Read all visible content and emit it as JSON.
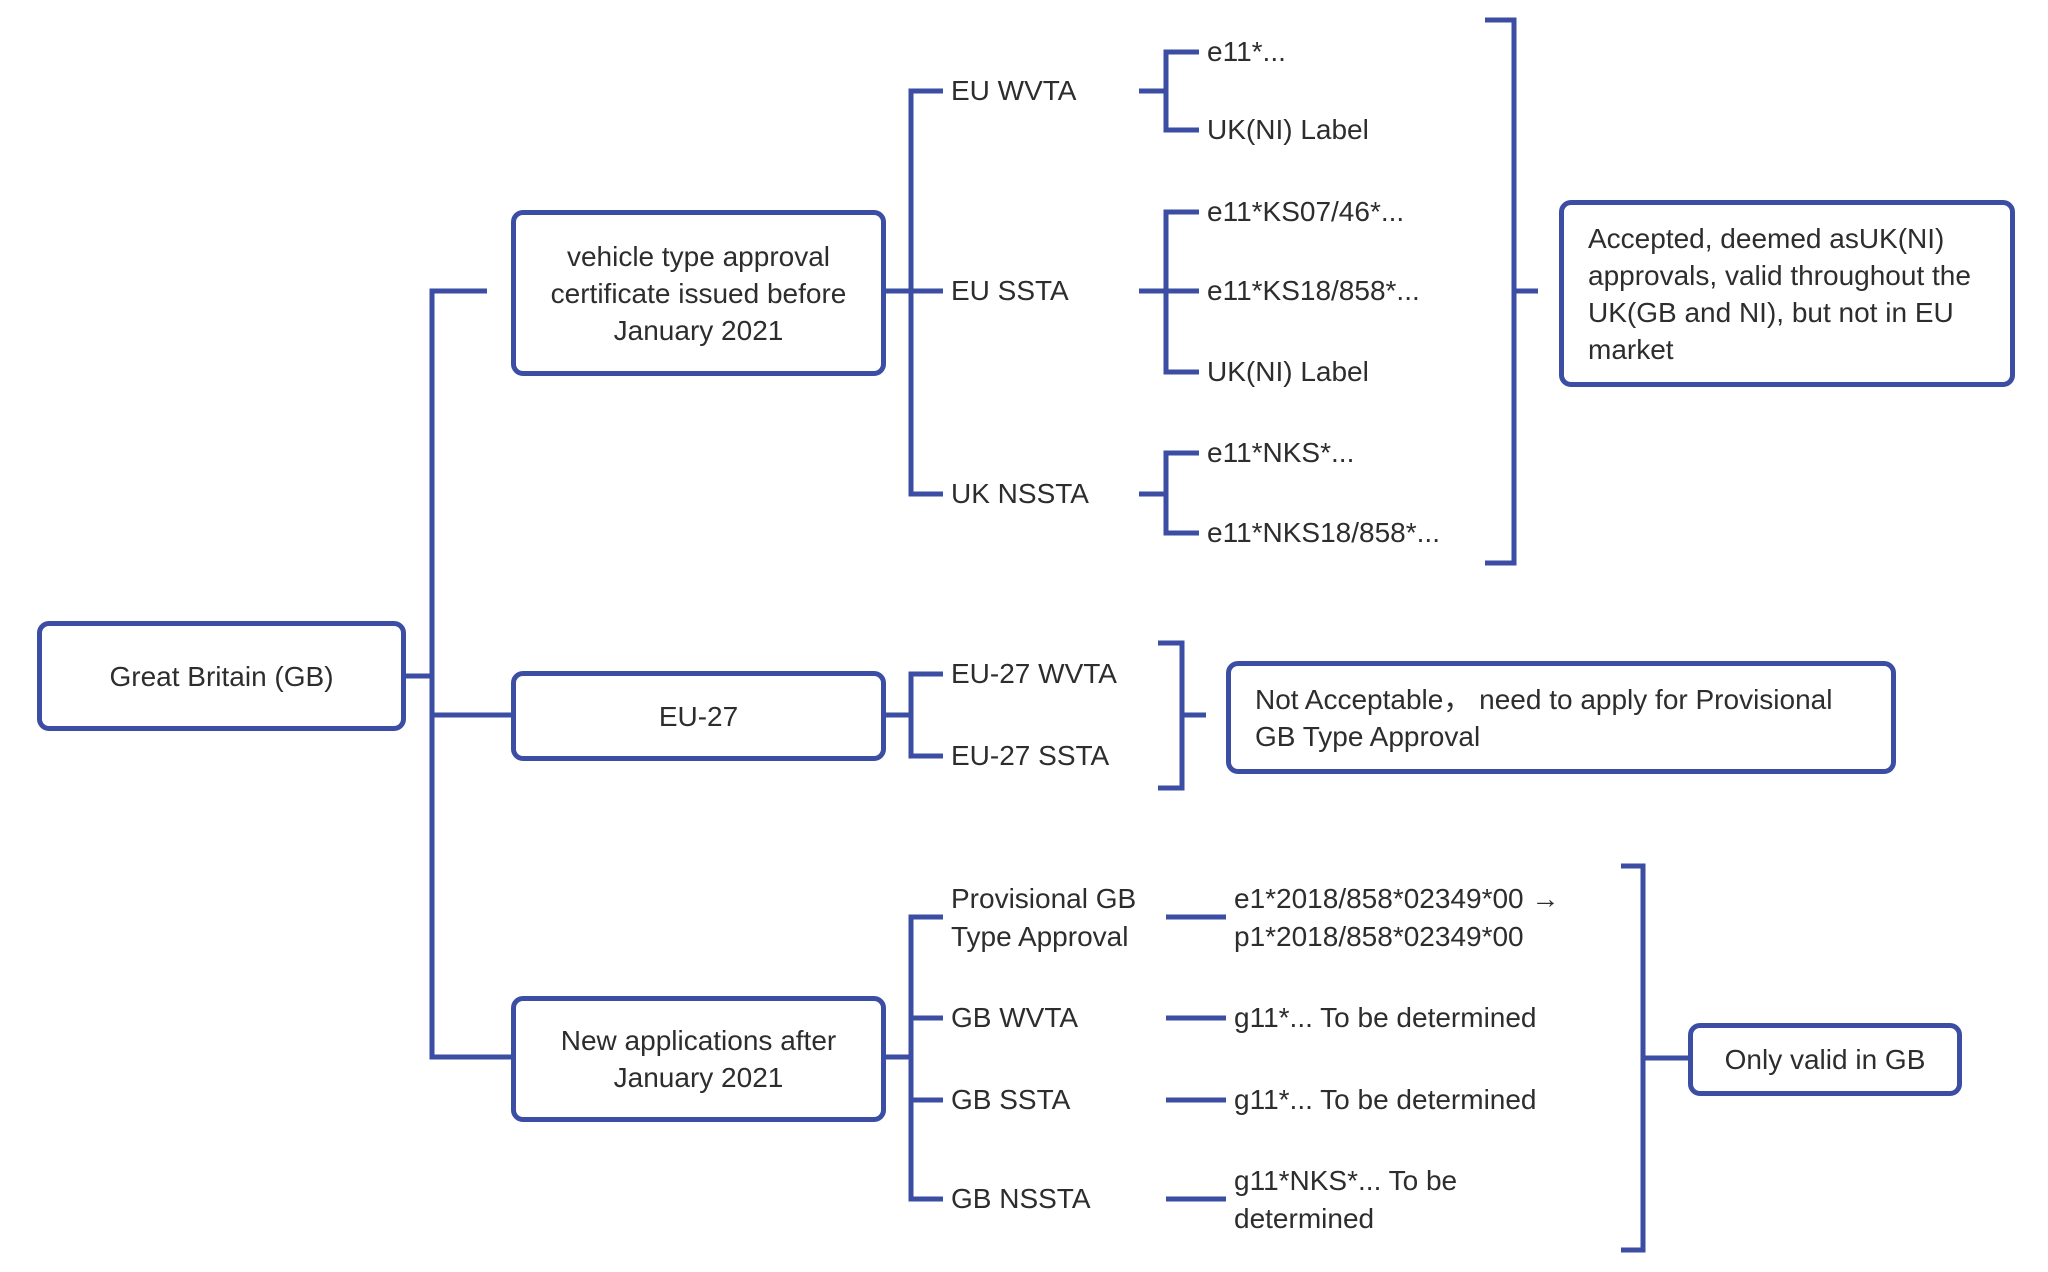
{
  "colors": {
    "stroke": "#3b4ea3",
    "text": "#2d2d2d",
    "background": "#ffffff"
  },
  "root": {
    "label": "Great Britain (GB)"
  },
  "branches": {
    "pre2021": {
      "label": "vehicle type approval certificate issued before January 2021",
      "groups": [
        {
          "label": "EU WVTA",
          "items": [
            "e11*...",
            "UK(NI) Label"
          ]
        },
        {
          "label": "EU SSTA",
          "items": [
            "e11*KS07/46*...",
            "e11*KS18/858*...",
            "UK(NI) Label"
          ]
        },
        {
          "label": "UK NSSTA",
          "items": [
            "e11*NKS*...",
            "e11*NKS18/858*..."
          ]
        }
      ],
      "outcome": "Accepted, deemed asUK(NI) approvals, valid throughout the UK(GB and NI), but not in EU market"
    },
    "eu27": {
      "label": "EU-27",
      "items": [
        "EU-27 WVTA",
        "EU-27 SSTA"
      ],
      "outcome": "Not Acceptable， need to apply for Provisional GB Type Approval"
    },
    "new": {
      "label": "New applications after January 2021",
      "items": [
        {
          "label": "Provisional GB Type Approval",
          "detail": "e1*2018/858*02349*00 → p1*2018/858*02349*00"
        },
        {
          "label": "GB WVTA",
          "detail": "g11*... To be determined"
        },
        {
          "label": "GB SSTA",
          "detail": "g11*... To be determined"
        },
        {
          "label": "GB NSSTA",
          "detail": "g11*NKS*... To be determined"
        }
      ],
      "outcome": "Only valid in GB"
    }
  }
}
